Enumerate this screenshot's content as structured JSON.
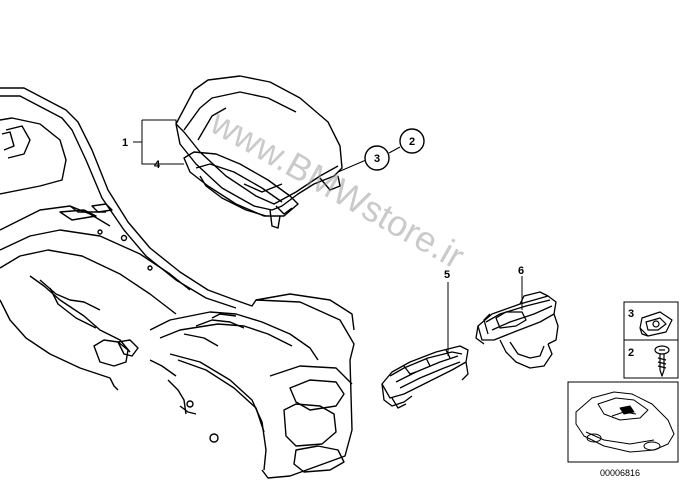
{
  "callouts": {
    "armrest": "1",
    "plug_circle": "2",
    "plug_callout": "3",
    "frame": "4",
    "ashtray_insert": "5",
    "cup_holder": "6"
  },
  "legend": {
    "clip_number": "3",
    "screw_number": "2"
  },
  "watermark": "www.BMWstore.ir",
  "diagram_id": "00006816"
}
